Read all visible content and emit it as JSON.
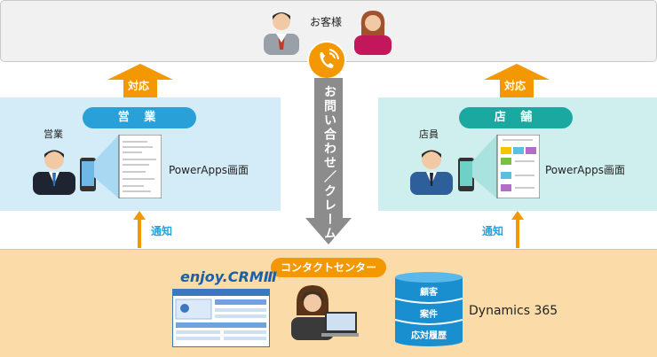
{
  "top": {
    "label": "お客様"
  },
  "left": {
    "response": "対応",
    "title": "営 業",
    "person": "営業",
    "screen": "PowerApps画面",
    "notify": "通知"
  },
  "right": {
    "response": "対応",
    "title": "店 舗",
    "person": "店員",
    "screen": "PowerApps画面",
    "notify": "通知"
  },
  "center": {
    "inquiry": "お問い合わせ／クレーム"
  },
  "bottom": {
    "title": "コンタクトセンター",
    "logo": "enjoy.CRMⅢ",
    "dynamics": "Dynamics 365",
    "db": [
      "顧客",
      "案件",
      "応対履歴"
    ]
  },
  "colors": {
    "blue": "#2aa0d8",
    "teal": "#1aa8a0",
    "orange": "#f39800",
    "gray_arrow": "#8c8c8c"
  }
}
